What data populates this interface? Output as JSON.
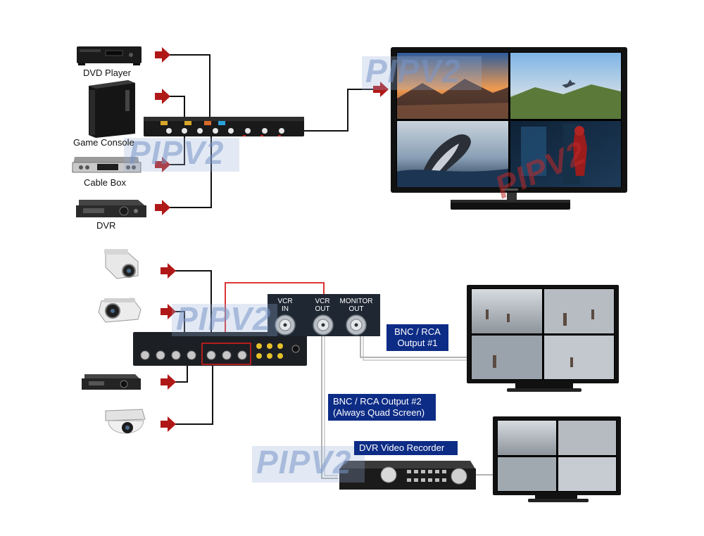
{
  "sources_top": [
    {
      "label": "DVD Player"
    },
    {
      "label": "Game Console"
    },
    {
      "label": "Cable Box"
    },
    {
      "label": "DVR"
    }
  ],
  "watermark": "PIPV2",
  "panel_ports": {
    "vcr_in": "VCR\nIN",
    "vcr_out": "VCR\nOUT",
    "monitor_out": "MONITOR\nOUT"
  },
  "callouts": {
    "output1": "BNC / RCA\nOutput #1",
    "output2": "BNC / RCA Output #2\n(Always Quad Screen)",
    "recorder": "DVR Video Recorder"
  },
  "colors": {
    "accent_blue": "#0d2c86",
    "arrow_red": "#b01818",
    "highlight_red": "#d81c1c"
  }
}
